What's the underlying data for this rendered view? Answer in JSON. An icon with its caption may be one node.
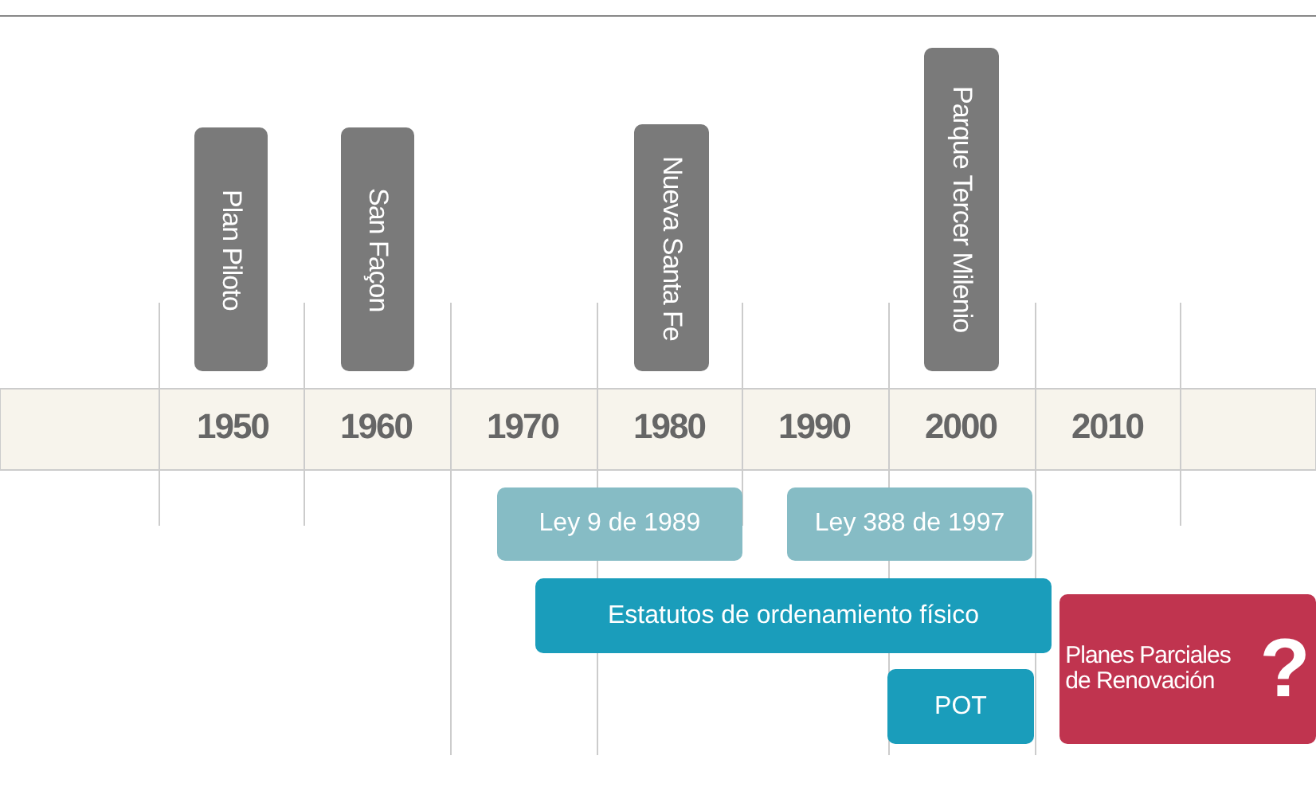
{
  "diagram": {
    "nodes": [
      {
        "text": [
          "Plan Piloto"
        ]
      },
      {
        "text": [
          "San Façon"
        ]
      },
      {
        "text": [
          "Nueva Santa Fe"
        ]
      },
      {
        "text": [
          "Parque Tercer Milenio"
        ]
      },
      {
        "text": [
          "Ley 9 de 1989"
        ]
      },
      {
        "text": [
          "Ley 388 de 1997"
        ]
      },
      {
        "text": [
          "Estatutos de ordenamiento físico"
        ]
      },
      {
        "text": [
          "POT"
        ]
      },
      {
        "text": [
          "Planes Parciales de Renovación",
          "?"
        ]
      }
    ],
    "labels": [
      "1950",
      "1960",
      "1970",
      "1980",
      "1990",
      "2000",
      "2010"
    ]
  }
}
